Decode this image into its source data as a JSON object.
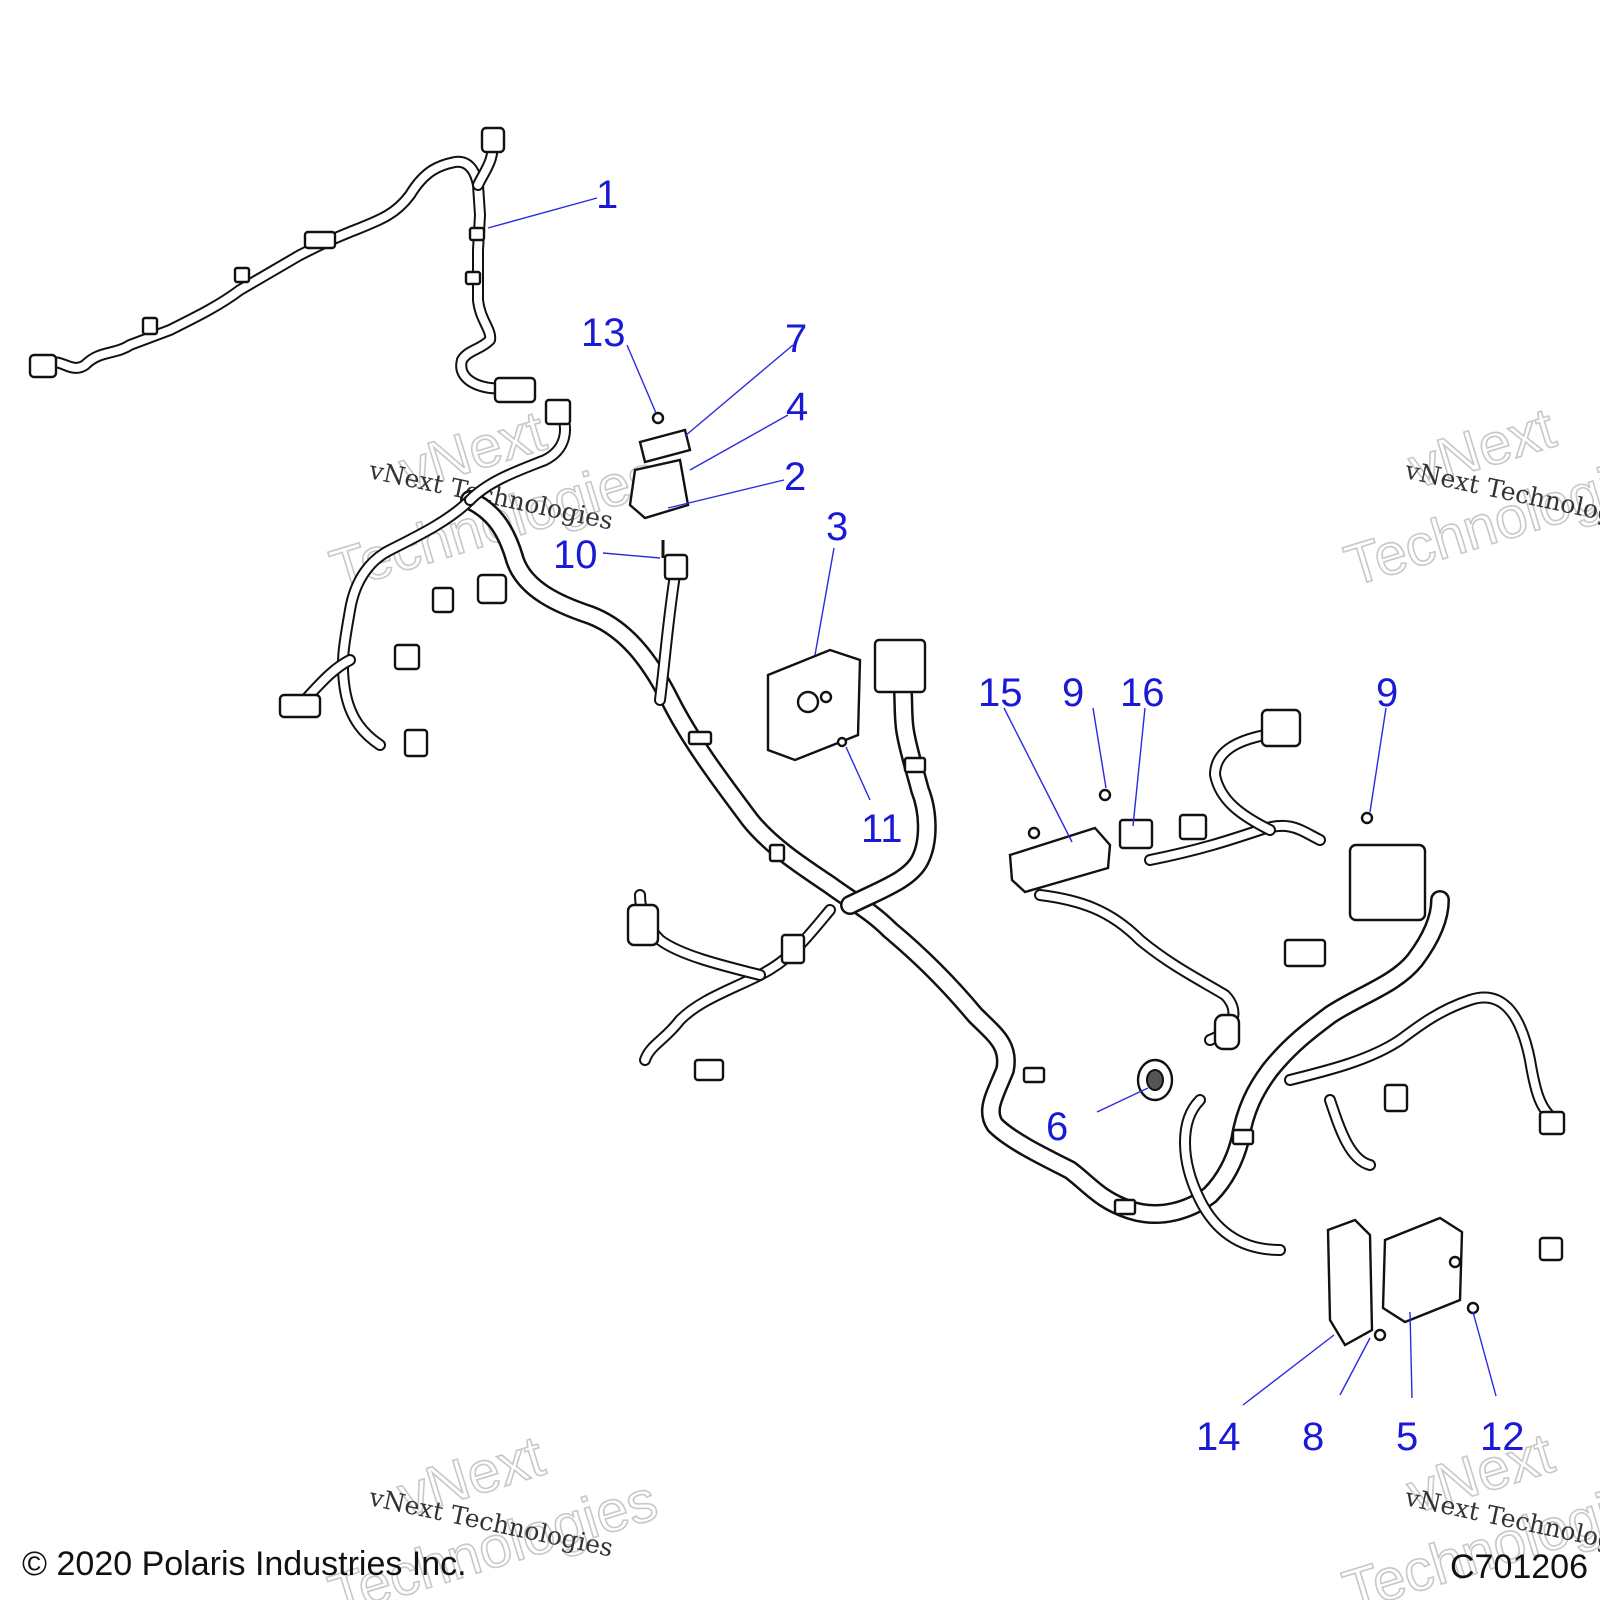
{
  "callouts": [
    {
      "label": "1"
    },
    {
      "label": "2"
    },
    {
      "label": "3"
    },
    {
      "label": "4"
    },
    {
      "label": "5"
    },
    {
      "label": "6"
    },
    {
      "label": "7"
    },
    {
      "label": "8"
    },
    {
      "label": "9"
    },
    {
      "label": "9"
    },
    {
      "label": "10"
    },
    {
      "label": "11"
    },
    {
      "label": "12"
    },
    {
      "label": "13"
    },
    {
      "label": "14"
    },
    {
      "label": "15"
    },
    {
      "label": "16"
    }
  ],
  "watermark": {
    "line1": "vNext",
    "line2": "Technologies",
    "small": "vNext Technologies"
  },
  "footer": {
    "copyright": "© 2020 Polaris Industries Inc.",
    "figure_code": "C701206"
  },
  "colors": {
    "callout": "#1a1ad6",
    "line_art": "#111111",
    "background": "#ffffff"
  }
}
